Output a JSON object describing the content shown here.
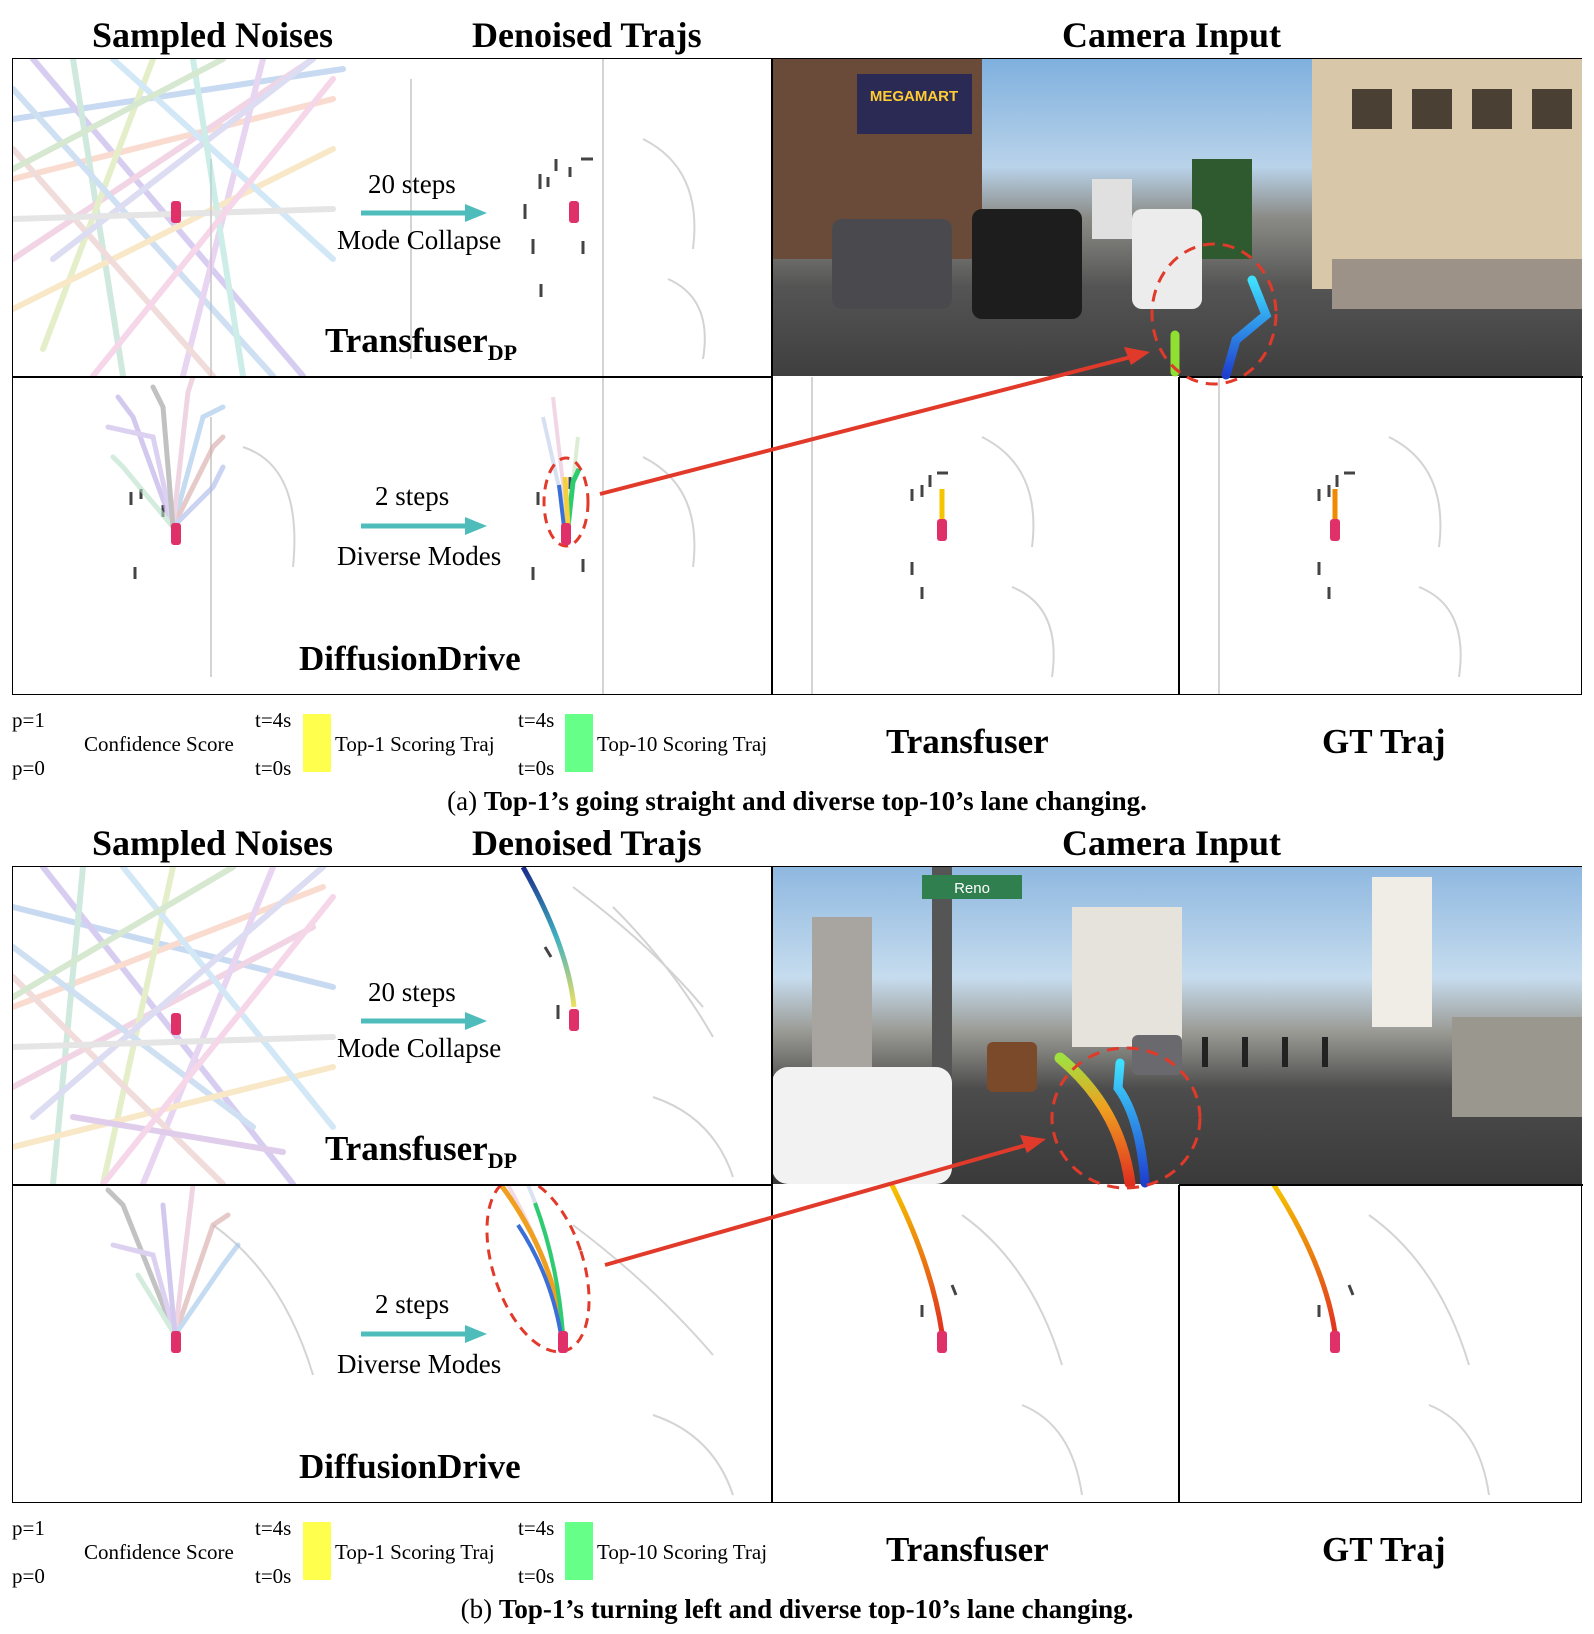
{
  "figures": [
    {
      "id": "a",
      "headers": {
        "noises": "Sampled Noises",
        "denoised": "Denoised Trajs",
        "camera": "Camera Input"
      },
      "top_row": {
        "steps": "20 steps",
        "effect": "Mode Collapse",
        "method": "Transfuser",
        "method_sub": "DP"
      },
      "bottom_row": {
        "steps": "2 steps",
        "effect": "Diverse Modes",
        "method": "DiffusionDrive"
      },
      "legend": {
        "p_high": "p=1",
        "p_low": "p=0",
        "confidence": "Confidence Score",
        "t_top1": "t=4s",
        "t_bot1": "t=0s",
        "top1": "Top-1 Scoring Traj",
        "t_top2": "t=4s",
        "t_bot2": "t=0s",
        "top10": "Top-10 Scoring Traj",
        "transfuser": "Transfuser",
        "gt": "GT Traj"
      },
      "caption_prefix": "(a) ",
      "caption_bold": "Top-1’s going straight and diverse top-10’s lane changing."
    },
    {
      "id": "b",
      "headers": {
        "noises": "Sampled Noises",
        "denoised": "Denoised Trajs",
        "camera": "Camera Input"
      },
      "top_row": {
        "steps": "20 steps",
        "effect": "Mode Collapse",
        "method": "Transfuser",
        "method_sub": "DP"
      },
      "bottom_row": {
        "steps": "2 steps",
        "effect": "Diverse Modes",
        "method": "DiffusionDrive"
      },
      "legend": {
        "p_high": "p=1",
        "p_low": "p=0",
        "confidence": "Confidence Score",
        "t_top1": "t=4s",
        "t_bot1": "t=0s",
        "top1": "Top-1 Scoring Traj",
        "t_top2": "t=4s",
        "t_bot2": "t=0s",
        "top10": "Top-10 Scoring Traj",
        "transfuser": "Transfuser",
        "gt": "GT Traj"
      },
      "camera_sign": "Reno",
      "caption_prefix": "(b) ",
      "caption_bold": "Top-1’s turning left and diverse top-10’s lane changing."
    }
  ],
  "camera_signs": {
    "a": "MEGAMART"
  },
  "colors": {
    "top1_swatch": "#ffff4d",
    "top10_swatch": "#66ff88",
    "arrow_teal": "#4fbcbc",
    "arrow_red": "#e23a2a",
    "ego_car": "#e0306a"
  },
  "icons": {
    "ego": "car-icon",
    "step_arrow": "arrow-right-icon",
    "link_arrow": "arrow-icon"
  }
}
